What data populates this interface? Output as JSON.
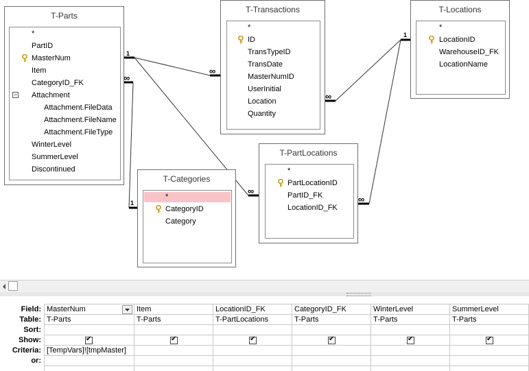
{
  "tables": {
    "parts": {
      "title": "T-Parts",
      "fields": [
        "*",
        "PartID",
        "MasterNum",
        "Item",
        "CategoryID_FK",
        "Attachment",
        "Attachment.FileData",
        "Attachment.FileName",
        "Attachment.FileType",
        "WinterLevel",
        "SummerLevel",
        "Discontinued"
      ]
    },
    "transactions": {
      "title": "T-Transactions",
      "fields": [
        "*",
        "ID",
        "TransTypeID",
        "TransDate",
        "MasterNumID",
        "UserInitial",
        "Location",
        "Quantity"
      ]
    },
    "locations": {
      "title": "T-Locations",
      "fields": [
        "*",
        "LocationID",
        "WarehouseID_FK",
        "LocationName"
      ]
    },
    "categories": {
      "title": "T-Categories",
      "fields": [
        "*",
        "CategoryID",
        "Category"
      ]
    },
    "partlocations": {
      "title": "T-PartLocations",
      "fields": [
        "*",
        "PartLocationID",
        "PartID_FK",
        "LocationID_FK"
      ]
    }
  },
  "relations": {
    "one": "1",
    "many": "∞"
  },
  "grid": {
    "row_labels": [
      "Field:",
      "Table:",
      "Sort:",
      "Show:",
      "Criteria:",
      "or:"
    ],
    "columns": [
      {
        "field": "MasterNum",
        "table": "T-Parts",
        "show": true,
        "criteria": "[TempVars]![tmpMaster]"
      },
      {
        "field": "Item",
        "table": "T-Parts",
        "show": true,
        "criteria": ""
      },
      {
        "field": "LocationID_FK",
        "table": "T-PartLocations",
        "show": true,
        "criteria": ""
      },
      {
        "field": "CategoryID_FK",
        "table": "T-Parts",
        "show": true,
        "criteria": ""
      },
      {
        "field": "WinterLevel",
        "table": "T-Parts",
        "show": true,
        "criteria": ""
      },
      {
        "field": "SummerLevel",
        "table": "T-Parts",
        "show": true,
        "criteria": ""
      }
    ]
  },
  "colors": {
    "selected_row": "#f8c4c8",
    "key_icon": "#c9a227"
  }
}
